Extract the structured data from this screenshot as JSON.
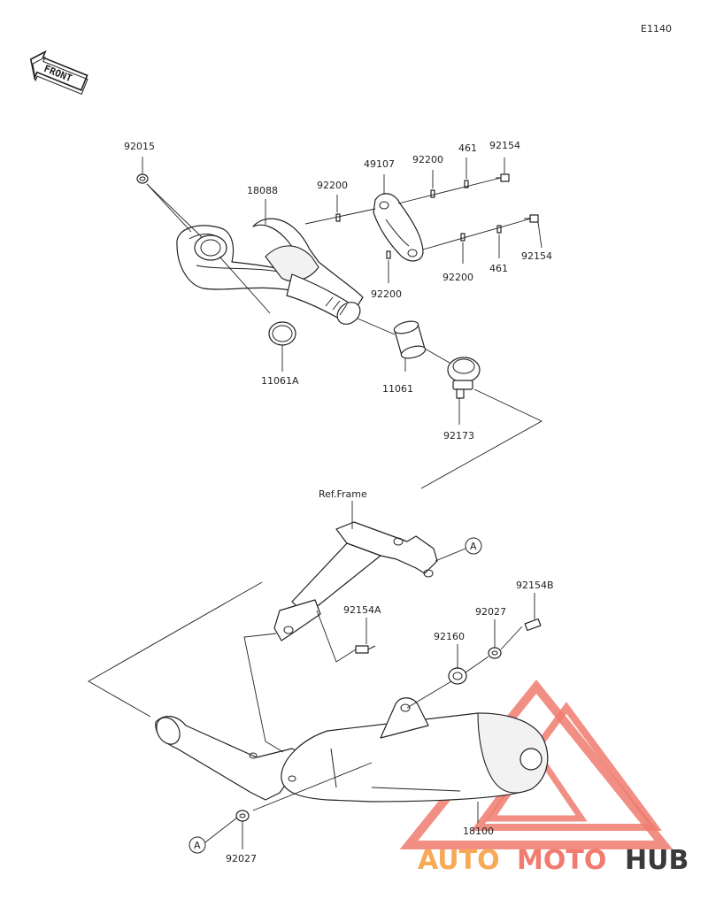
{
  "diagram_code": "E1140",
  "front_label": "FRONT",
  "ref_frame_label": "Ref.Frame",
  "watermark": {
    "brand_auto": "AUTO",
    "brand_moto": "MOTO",
    "brand_hub": "HUB",
    "accent_color": "#f07b6e",
    "dark_color": "#3a3a3a"
  },
  "callout_marker": "A",
  "parts": [
    {
      "id": "92015"
    },
    {
      "id": "18088"
    },
    {
      "id": "92200"
    },
    {
      "id": "49107"
    },
    {
      "id": "92200"
    },
    {
      "id": "461"
    },
    {
      "id": "92154"
    },
    {
      "id": "92200"
    },
    {
      "id": "92200"
    },
    {
      "id": "461"
    },
    {
      "id": "92154"
    },
    {
      "id": "11061A"
    },
    {
      "id": "11061"
    },
    {
      "id": "92173"
    },
    {
      "id": "92154A"
    },
    {
      "id": "92154B"
    },
    {
      "id": "92027"
    },
    {
      "id": "92160"
    },
    {
      "id": "18100"
    },
    {
      "id": "92027"
    }
  ]
}
